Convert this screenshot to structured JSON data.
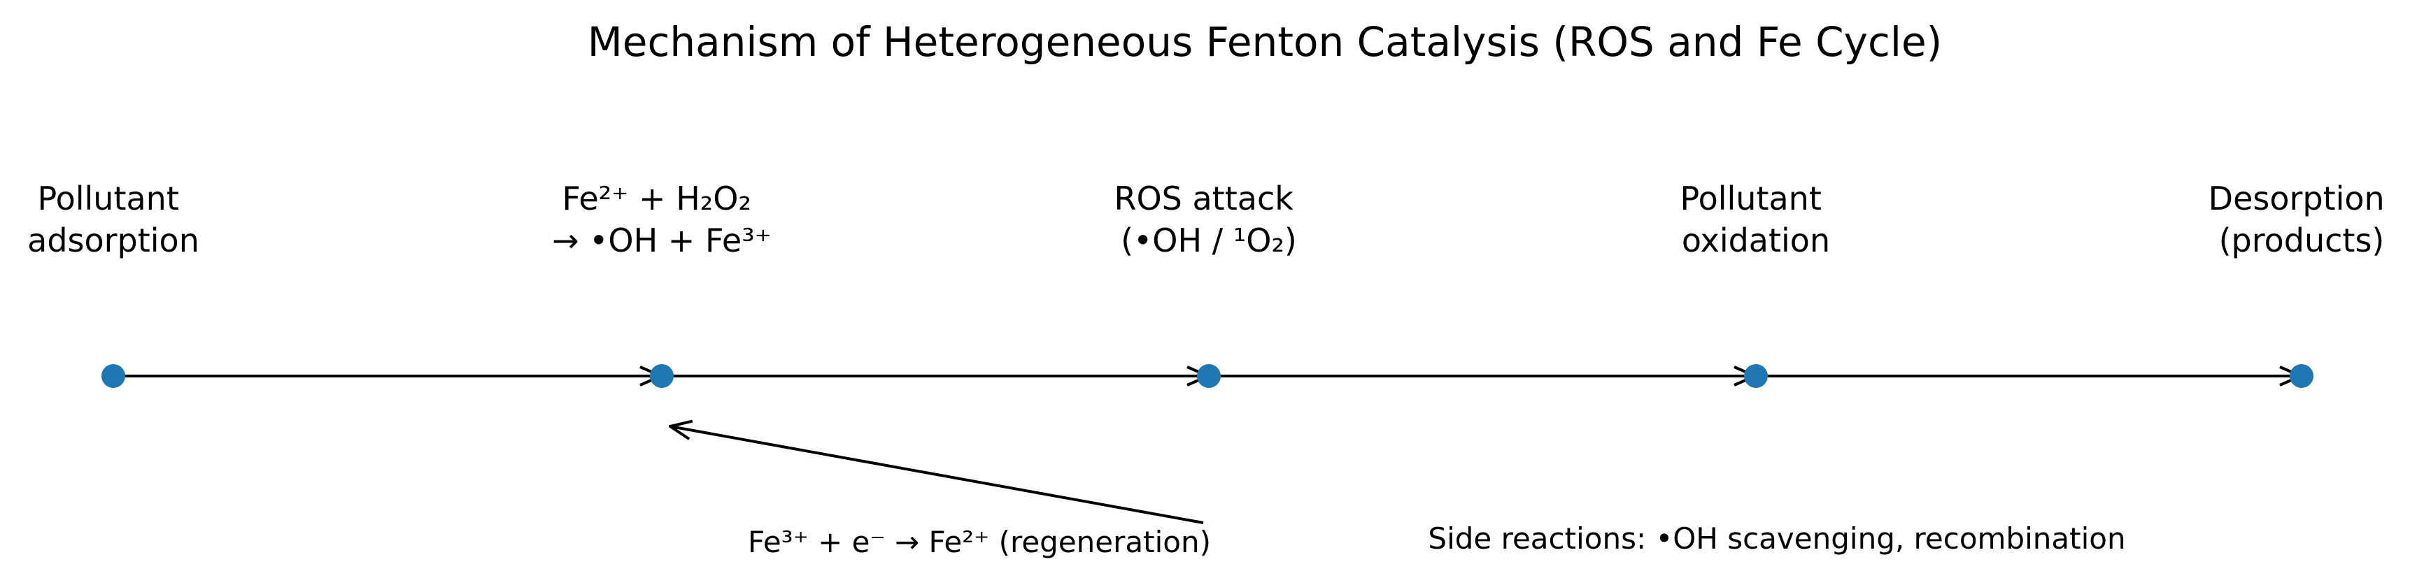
{
  "title": "Mechanism of Heterogeneous Fenton Catalysis (ROS and Fe Cycle)",
  "steps": [
    {
      "id": "adsorption",
      "lines": [
        "Pollutant",
        "adsorption"
      ]
    },
    {
      "id": "fenton",
      "lines": [
        "Fe²⁺ + H₂O₂",
        "→ •OH + Fe³⁺"
      ]
    },
    {
      "id": "ros-attack",
      "lines": [
        "ROS attack",
        "(•OH / ¹O₂)"
      ]
    },
    {
      "id": "oxidation",
      "lines": [
        "Pollutant",
        "oxidation"
      ]
    },
    {
      "id": "desorption",
      "lines": [
        "Desorption",
        "(products)"
      ]
    }
  ],
  "regeneration_label": "Fe³⁺ + e⁻ → Fe²⁺ (regeneration)",
  "side_reactions_label": "Side reactions: •OH scavenging, recombination",
  "colors": {
    "node": "#1f77b4",
    "arrow": "#000000",
    "text": "#000000"
  }
}
